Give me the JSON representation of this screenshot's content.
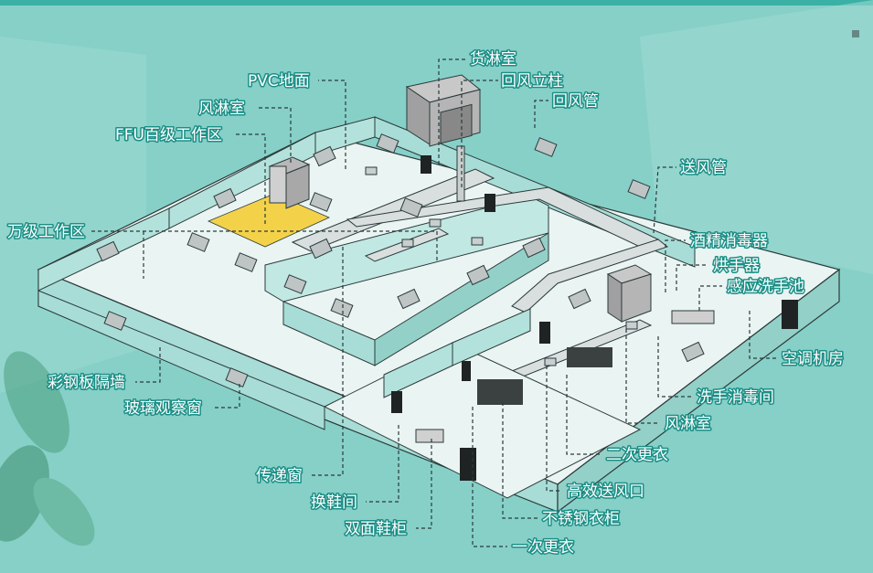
{
  "colors": {
    "background": "#86d0c8",
    "label_text": "#ffffff",
    "label_outline": "#1a8f86",
    "wall": "#a7ddd6",
    "floor": "#eaf4f2",
    "highlight_zone": "#f3d24a",
    "top_bar": "#3bb0a4"
  },
  "labels": [
    {
      "id": "cargo-shower-room",
      "text": "货淋室"
    },
    {
      "id": "return-air-column",
      "text": "回风立柱"
    },
    {
      "id": "return-air-duct",
      "text": "回风管"
    },
    {
      "id": "pvc-floor",
      "text": "PVC地面"
    },
    {
      "id": "air-shower-room-top",
      "text": "风淋室"
    },
    {
      "id": "ffu-class100-area",
      "text": "FFU百级工作区"
    },
    {
      "id": "supply-air-duct",
      "text": "送风管"
    },
    {
      "id": "class10000-area",
      "text": "万级工作区"
    },
    {
      "id": "alcohol-sanitizer",
      "text": "酒精消毒器"
    },
    {
      "id": "hand-dryer",
      "text": "烘手器"
    },
    {
      "id": "sensor-sink",
      "text": "感应洗手池"
    },
    {
      "id": "ac-room",
      "text": "空调机房"
    },
    {
      "id": "color-steel-wall",
      "text": "彩钢板隔墙"
    },
    {
      "id": "glass-window",
      "text": "玻璃观察窗"
    },
    {
      "id": "handwash-disinfection-room",
      "text": "洗手消毒间"
    },
    {
      "id": "air-shower-room-bottom",
      "text": "风淋室"
    },
    {
      "id": "second-changing",
      "text": "二次更衣"
    },
    {
      "id": "transfer-window",
      "text": "传递窗"
    },
    {
      "id": "hepa-outlet",
      "text": "高效送风口"
    },
    {
      "id": "shoe-change-room",
      "text": "换鞋间"
    },
    {
      "id": "stainless-locker",
      "text": "不锈钢衣柜"
    },
    {
      "id": "double-shoe-cabinet",
      "text": "双面鞋柜"
    },
    {
      "id": "first-changing",
      "text": "一次更衣"
    }
  ]
}
